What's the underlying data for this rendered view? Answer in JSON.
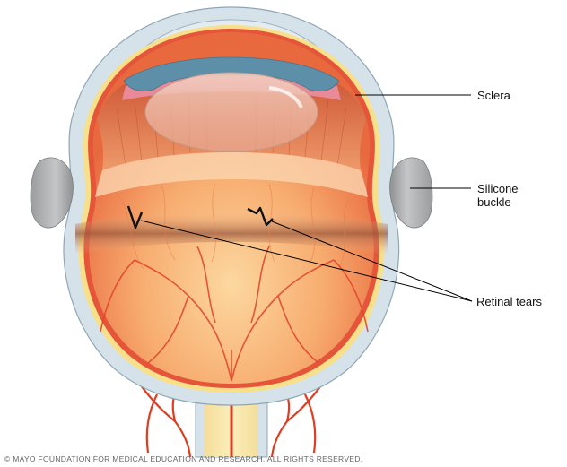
{
  "diagram": {
    "subject": "Eye with scleral buckle repairing retinal tears",
    "labels": {
      "sclera": "Sclera",
      "silicone_buckle": "Silicone\nbuckle",
      "retinal_tears": "Retinal tears"
    },
    "copyright": "© MAYO FOUNDATION FOR MEDICAL EDUCATION AND RESEARCH. ALL RIGHTS RESERVED."
  },
  "colors": {
    "sclera": "#d6e2ea",
    "sclera_edge": "#8fa6b5",
    "buckle": "#a9abac",
    "retina_fill": "#f6a46b",
    "retina_light": "#fbd3a0",
    "ciliary": "#d9643f",
    "iris": "#5e8fa8",
    "vessel": "#e03c22",
    "choroid_yellow": "#f8e08a",
    "leader_line": "#000000"
  }
}
